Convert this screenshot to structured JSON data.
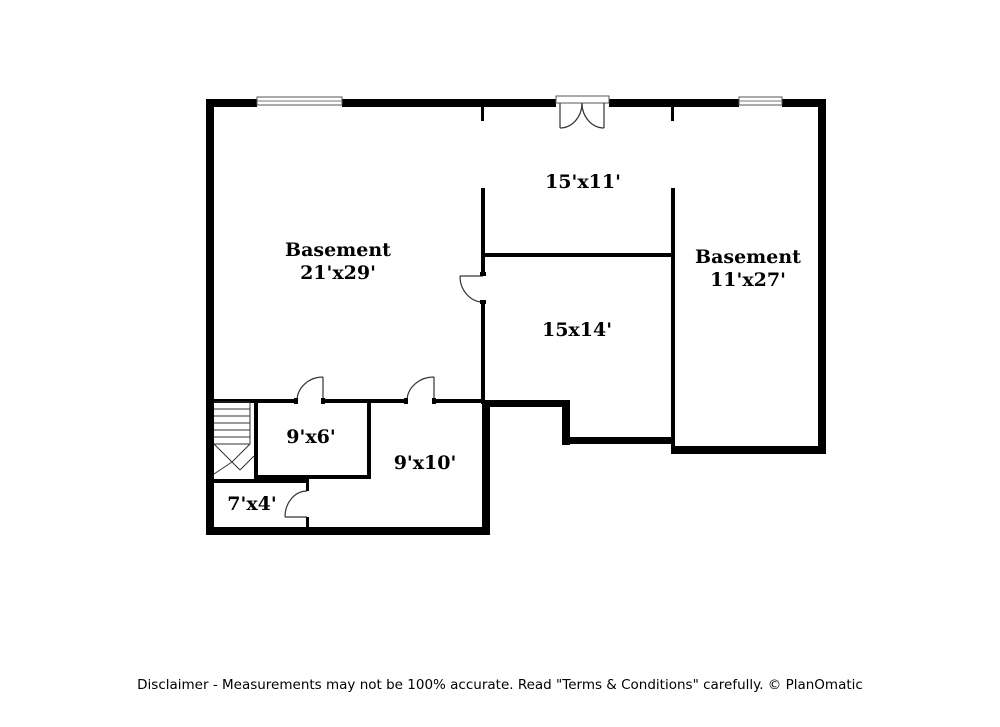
{
  "rooms": [
    {
      "id": "basement-main",
      "name": "Basement",
      "dims": "21'x29'"
    },
    {
      "id": "room-top",
      "name": "",
      "dims": "15'x11'"
    },
    {
      "id": "room-mid",
      "name": "",
      "dims": "15x14'"
    },
    {
      "id": "basement-right",
      "name": "Basement",
      "dims": "11'x27'"
    },
    {
      "id": "room-small",
      "name": "",
      "dims": "9'x6'"
    },
    {
      "id": "room-closet",
      "name": "",
      "dims": "9'x10'"
    },
    {
      "id": "room-tiny",
      "name": "",
      "dims": "7'x4'"
    }
  ],
  "disclaimer": "Disclaimer - Measurements may not be 100% accurate. Read \"Terms & Conditions\" carefully. © PlanOmatic",
  "colors": {
    "wall": "#000000",
    "background": "#ffffff"
  }
}
